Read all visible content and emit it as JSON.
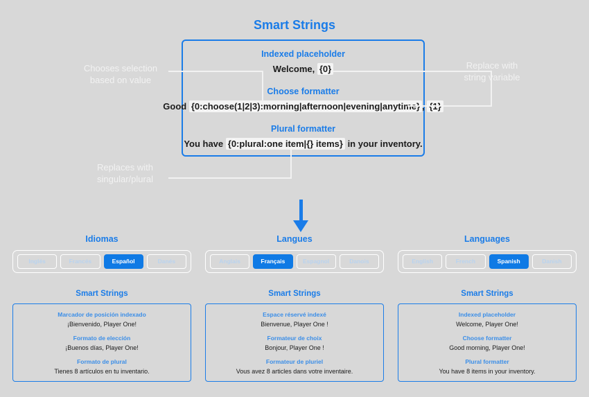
{
  "hero": {
    "title": "Smart Strings",
    "rows": [
      {
        "label": "Indexed placeholder",
        "prefix": "Welcome, ",
        "highlight": "{0}",
        "suffix": ""
      },
      {
        "label": "Choose formatter",
        "prefix": "Good ",
        "highlight": "{0:choose(1|2|3):morning|afternoon|evening|anytime}",
        "suffix": ", ",
        "highlight2": "{1}"
      },
      {
        "label": "Plural formatter",
        "prefix": "You have ",
        "highlight": "{0:plural:one item|{} items}",
        "suffix": " in your inventory."
      }
    ]
  },
  "annotations": {
    "left_top": "Chooses selection\nbased on value",
    "right": "Replace with\nstring variable",
    "left_bottom": "Replaces with\nsingular/plural"
  },
  "colors": {
    "accent": "#1a7ce8",
    "selected_pill": "#0f7ae5",
    "background": "#d8d8d8",
    "annotation_text": "#f2f2f2"
  },
  "columns": [
    {
      "heading": "Idiomas",
      "pills": [
        {
          "label": "Inglés",
          "selected": false
        },
        {
          "label": "Francés",
          "selected": false
        },
        {
          "label": "Español",
          "selected": true
        },
        {
          "label": "Danés",
          "selected": false
        }
      ],
      "card_title": "Smart Strings",
      "rows": [
        {
          "label": "Marcador de posición indexado",
          "value": "¡Bienvenido, Player One!"
        },
        {
          "label": "Formato de elección",
          "value": "¡Buenos días, Player One!"
        },
        {
          "label": "Formato de plural",
          "value": "Tienes 8 artículos en tu inventario."
        }
      ]
    },
    {
      "heading": "Langues",
      "pills": [
        {
          "label": "Anglais",
          "selected": false
        },
        {
          "label": "Français",
          "selected": true
        },
        {
          "label": "Espagnol",
          "selected": false
        },
        {
          "label": "Danois",
          "selected": false
        }
      ],
      "card_title": "Smart Strings",
      "rows": [
        {
          "label": "Espace réservé indexé",
          "value": "Bienvenue, Player One !"
        },
        {
          "label": "Formateur de choix",
          "value": "Bonjour, Player One !"
        },
        {
          "label": "Formateur de pluriel",
          "value": "Vous avez 8 articles dans votre inventaire."
        }
      ]
    },
    {
      "heading": "Languages",
      "pills": [
        {
          "label": "English",
          "selected": false
        },
        {
          "label": "French",
          "selected": false
        },
        {
          "label": "Spanish",
          "selected": true
        },
        {
          "label": "Danish",
          "selected": false
        }
      ],
      "card_title": "Smart Strings",
      "rows": [
        {
          "label": "Indexed placeholder",
          "value": "Welcome, Player One!"
        },
        {
          "label": "Choose formatter",
          "value": "Good morning, Player One!"
        },
        {
          "label": "Plural formatter",
          "value": "You have 8 items in your inventory."
        }
      ]
    }
  ]
}
